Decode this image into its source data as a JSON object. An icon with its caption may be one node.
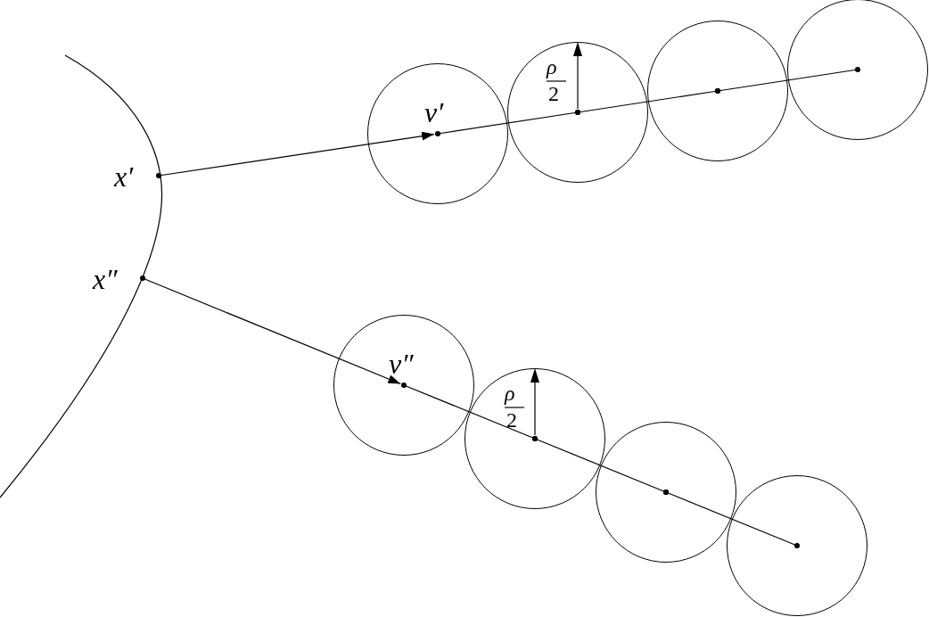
{
  "diagram": {
    "nodes": [
      {
        "text": [
          "x′"
        ]
      },
      {
        "text": [
          "x″"
        ]
      },
      {
        "text": [],
        "shape": "circle"
      },
      {
        "text": [],
        "shape": "circle"
      },
      {
        "text": [],
        "shape": "circle"
      },
      {
        "text": [],
        "shape": "circle"
      },
      {
        "text": [],
        "shape": "circle"
      },
      {
        "text": [],
        "shape": "circle"
      },
      {
        "text": [],
        "shape": "circle"
      },
      {
        "text": [],
        "shape": "circle"
      }
    ],
    "edges": [
      {
        "from": 0,
        "to": 2,
        "arrow": "to"
      },
      {
        "from": 2,
        "to": 3,
        "arrow": "other"
      },
      {
        "from": 3,
        "to": 4,
        "arrow": "other"
      },
      {
        "from": 4,
        "to": 5,
        "arrow": "other"
      },
      {
        "from": 1,
        "to": 6,
        "arrow": "to"
      },
      {
        "from": 6,
        "to": 7,
        "arrow": "other"
      },
      {
        "from": 7,
        "to": 8,
        "arrow": "other"
      },
      {
        "from": 8,
        "to": 9,
        "arrow": "other"
      }
    ],
    "labels": [
      "ρ",
      "2",
      "ν′",
      "ν″",
      "ρ",
      "2"
    ]
  }
}
